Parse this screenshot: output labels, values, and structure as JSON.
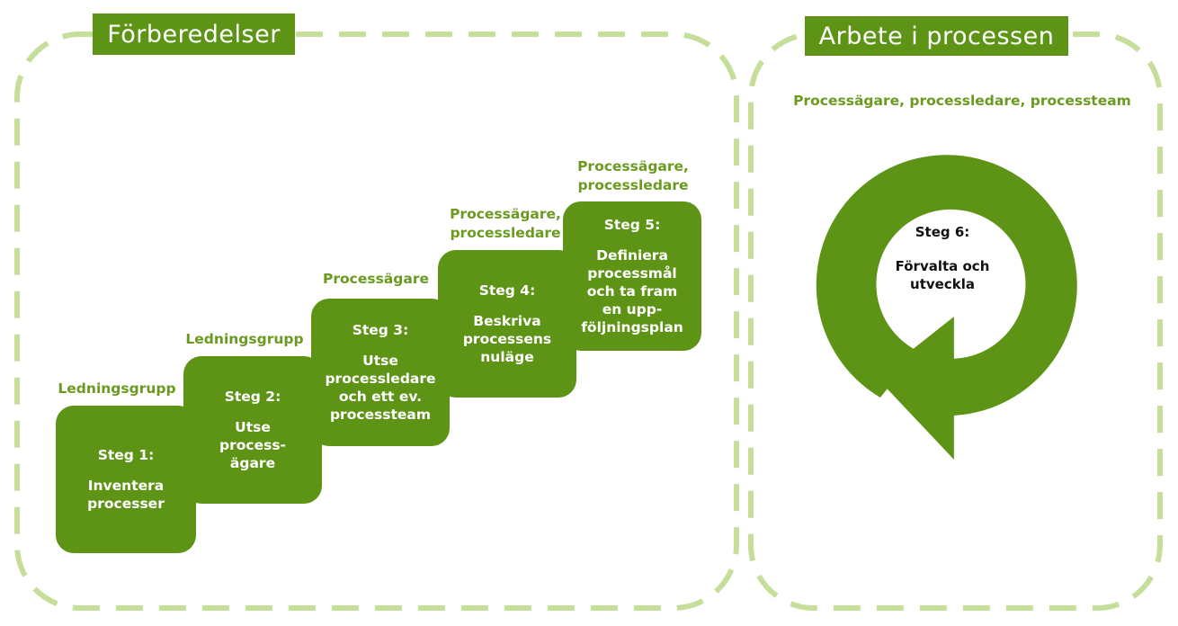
{
  "colors": {
    "accent": "#5e9416",
    "frame": "#c5df9b",
    "role_text": "#6a9a1f"
  },
  "sections": {
    "prep_title": "Förberedelser",
    "work_title": "Arbete i processen"
  },
  "steps": [
    {
      "role": "Ledningsgrupp",
      "step": "Steg 1:",
      "desc": "Inventera\nprocesser"
    },
    {
      "role": "Ledningsgrupp",
      "step": "Steg 2:",
      "desc": "Utse\nprocess-\nägare"
    },
    {
      "role": "Processägare",
      "step": "Steg 3:",
      "desc": "Utse\nprocessledare\noch ett ev.\nprocessteam"
    },
    {
      "role": "Processägare,\nprocessledare",
      "step": "Steg 4:",
      "desc": "Beskriva\nprocessens\nnuläge"
    },
    {
      "role": "Processägare,\nprocessledare",
      "step": "Steg 5:",
      "desc": "Definiera\nprocessmål\noch ta fram\nen upp-\nföljningsplan"
    }
  ],
  "cycle": {
    "role": "Processägare, processledare, processteam",
    "step": "Steg 6:",
    "desc": "Förvalta och\nutveckla",
    "icon": "cycle-arrow-icon"
  }
}
